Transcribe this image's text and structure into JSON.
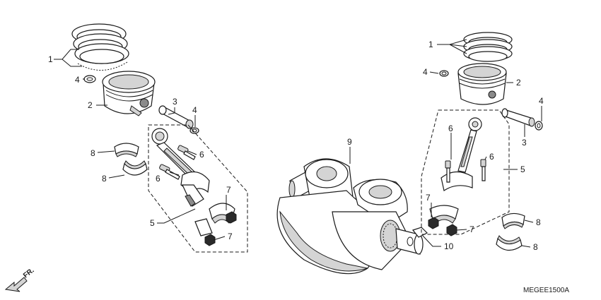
{
  "diagram": {
    "code": "MEGEE1500A",
    "direction": "FR.",
    "callouts": {
      "l_piston_rings": "1",
      "l_clip_top": "4",
      "l_piston": "2",
      "l_pin": "3",
      "l_clip_pin": "4",
      "l_bearing_a": "8",
      "l_bearing_b": "8",
      "l_bolt_a": "6",
      "l_bolt_b": "6",
      "l_nut_a": "7",
      "l_nut_b": "7",
      "l_conrod": "5",
      "crank": "9",
      "crank_bearing": "10",
      "r_piston_rings": "1",
      "r_clip_top": "4",
      "r_piston": "2",
      "r_clip_pin": "4",
      "r_pin": "3",
      "r_bolt_a": "6",
      "r_bolt_b": "6",
      "r_conrod": "5",
      "r_nut_a": "7",
      "r_nut_b": "7",
      "r_bearing_a": "8",
      "r_bearing_b": "8"
    }
  }
}
